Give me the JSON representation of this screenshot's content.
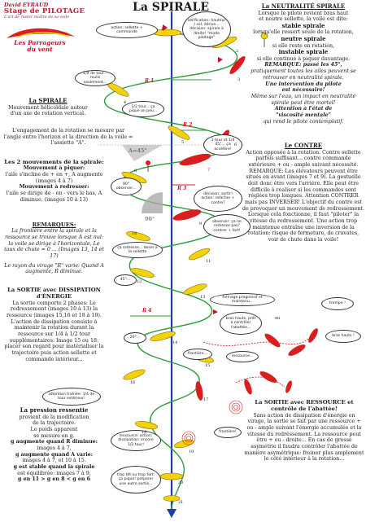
{
  "brand": {
    "author": "David EYRAUD",
    "stage": "Stage de PILOTAGE",
    "tagline": "L'art de rester maître de sa voile",
    "logo": "Les Parrageurs du vent"
  },
  "title": "La SPIRALE",
  "neutral": {
    "heading": "La NEUTRALITÉ SPIRALE",
    "lines": [
      "Lorsque le pilote revient bras haut",
      "et neutre sellette, la voile est dite:",
      "stable spirale",
      "lorsqu'elle ressort seule de la rotation,",
      "neutre spirale",
      "si elle reste en rotation,",
      "instable spirale",
      "si elle continue à piquer davantage.",
      "REMARQUE: passé les 45°,",
      "pratiquement toutes les ailes peuvent se",
      "retrouver en neutralité spirale.",
      "Une intervention du pilote",
      "est nécessaire!",
      "Même sur l'eau, un impact en neutralité",
      "spirale peut être mortel!",
      "Attention à l'état de",
      "\"viscosité mentale\"",
      "qui rend le pilote contemplatif."
    ]
  },
  "spiral": {
    "heading": "La SPIRALE",
    "desc": "Mouvement hélicoïdale autour d'un axe de rotation vertical.",
    "engage": "L'engagement de la rotation se mesure par l'angle entre l'horizon et la direction de la voile = l'assiette \"A\"."
  },
  "movements": {
    "heading": "Les 2 mouvements de la spirale:",
    "sub1": "Mouvement à piquer:",
    "l1": "l'aile s'incline de + en +, A augmente (images 4 à 7)",
    "sub2": "Mouvement à redresser:",
    "l2": "l'aile se dirige de - en - vers le bas, A diminue. (images 10 à 13)"
  },
  "remarks": {
    "heading": "REMARQUES:",
    "l1": "La frontière entre la spirale et la ressource se trouve lorsque A est nul: la voile se dirige à l'horizontale, Le taux de chute = 0 ... (Images 13, 14 et 17)",
    "l2": "Le rayon du virage \"R\" varie: Quand A augmente, R diminue."
  },
  "exit": {
    "heading": "La SORTIE avec DISSIPATION d'ÉNERGIE",
    "body": "La sortie comporte 2 phases: Le redressement (images 10 à 13) la ressource (images 15,16 et 18 à 19). L'action de dissipation consiste à maintenir la rotation durant la ressource sur 1/4 à 1/2 tour supplémentaires: Image 15 ou 18: placer son regard pour matérialiser la trajectoire puis action sellette et commande intérieur..."
  },
  "pressure": {
    "heading": "La pression ressentie",
    "lines": [
      "provient de la modification",
      "de la trajectoire.",
      "Le poids apparent",
      "se mesure en g.",
      "g augmente quand R diminue:",
      "images 4 à 7,",
      "g augmente quand A varie:",
      "images 4 à 7, et 10 à 15.",
      "g est stable quand la spirale",
      "est équilibrée: images 7 à 9,",
      "g en 11 > g en 8 < g en 6"
    ]
  },
  "contre": {
    "heading": "Le CONTRE",
    "body": "Action opposée à la rotation. Contre sellette parfois suffisant... contre commande extérieure + ou - ample suivant nécessité. REMARQUE: Les élévateurs peuvent être situés en avant (images 7 et 9). La gestuelle doit donc être vers l'arrière. Elle peut être difficile à réaliser si les commandes sont réglées trop longues. Attention CONTRER mais pas INVERSER! L'objectif du contre est de provoquer un mouvement de redressement. Lorsque cela fonctionne, il faut \"piloter\" la vitesse du redressement. Une action trop maintenue entraîne une inversion de la rotation: risque de fermeture, de cravates, voir de chute dans la voile!"
  },
  "ressource": {
    "heading": "La SORTIE avec RESSOURCE et contrôle de l'abattée!",
    "body": "Sans action de dissipation d'énergie en virage, la sortie se fait par une ressource + ou - ample suivant l'énergie accumulée et la vitesse du redressement. La ressource peut être + ou - droite... En cas de grosse asymétrie il faudra contrôler l'abattée de manière asymétrique: freiner plus amplement le côté intérieur à la rotation..."
  },
  "bubbles": {
    "b_action": "action: sellette + commande",
    "b_verif": "vérification: hauteur / sol, dérive... décision: spirale à droite! \"mode pilotage\"",
    "b_quart": "1/4 de tour... roulis seulement...",
    "b_demi": "1/2 tour... ça pique un peu...",
    "b_tour": "1 tour et 1/4 45°... ça accélère!",
    "b_90": "90° observer...",
    "b_decision": "décision: sortir! action: relâcher + contre?",
    "b_observer": "observer: ça ne redresse pas? contrer + fort!",
    "b_redresse": "ça redresse... doser à la sellette",
    "b_45": "45°...",
    "b_20": "20°...",
    "b_frein": "freinage progressif et maintenu...",
    "b_bras": "bras hauts, prêt à contrôler l'abattée...",
    "b_ou": "ou",
    "b_trempe": "trempe !",
    "b_brashaut": "bras hauts !",
    "b_front1": "frontière...",
    "b_ressource": "ressource...",
    "b_front2": "frontière!",
    "b_attention": "attention traînée: 1/4 de tour extérieur!",
    "b_ressact": "ressource: action: dissipation: encore 1/2 tour!",
    "b_trop": "trop tôt ou trop fort: ça pique! préparer une autre sortie..."
  },
  "labels": {
    "r1": "R 1",
    "r2": "R 2",
    "r3": "R 3",
    "r4": "R 4",
    "a45": "A=45°",
    "deg90": "90°",
    "n1": "1",
    "n2": "2",
    "n3": "3",
    "n4": "4",
    "n5": "5",
    "n6": "6",
    "n7": "7",
    "n8": "8",
    "n9": "9",
    "n10": "10",
    "n11": "11",
    "n12": "12",
    "n13": "13",
    "n14": "14",
    "n15": "15",
    "n16": "16",
    "n17": "17",
    "n18": "18",
    "n19": "19",
    "n20": "20",
    "n21": "21"
  },
  "colors": {
    "axis": "#1f3fa8",
    "spiral": "#2a9d3a",
    "wing_yellow": "#f2d20b",
    "wing_red": "#d81e1e",
    "accent": "#c8102e",
    "blue_text": "#1f3fa8"
  }
}
